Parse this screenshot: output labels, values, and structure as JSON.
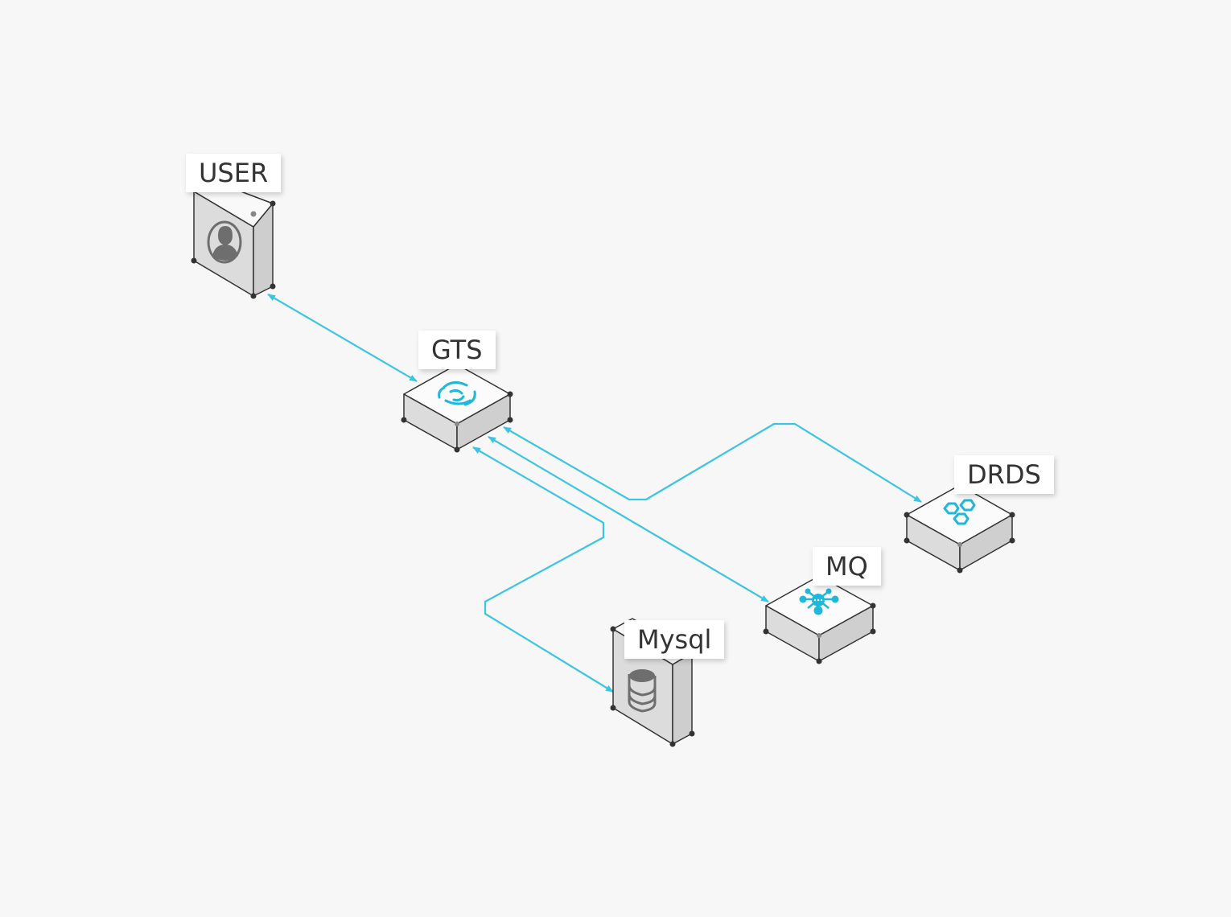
{
  "nodes": {
    "user": {
      "label": "USER",
      "icon": "user-icon"
    },
    "gts": {
      "label": "GTS",
      "icon": "swirl-icon"
    },
    "drds": {
      "label": "DRDS",
      "icon": "hexagons-icon"
    },
    "mq": {
      "label": "MQ",
      "icon": "network-hub-icon"
    },
    "mysql": {
      "label": "Mysql",
      "icon": "database-icon"
    }
  },
  "colors": {
    "background": "#f7f7f7",
    "connector": "#3cc5e0",
    "accent_icon": "#1fb8d8",
    "box_top": "#fbfbfb",
    "box_left": "#dcdcdc",
    "box_right": "#cfcfcf",
    "outline": "#333333",
    "gray_icon": "#6e6e6e"
  }
}
